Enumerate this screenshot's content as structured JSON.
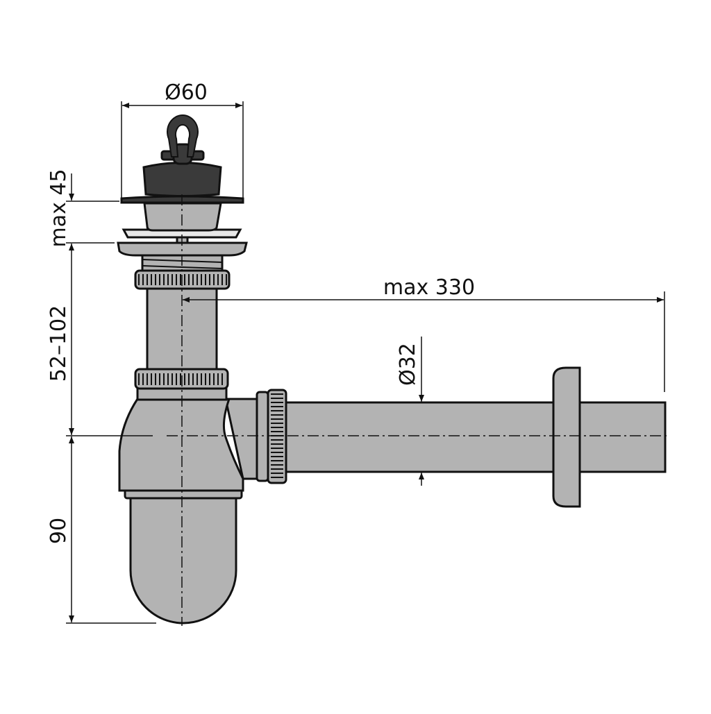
{
  "title": "Bottle siphon technical drawing",
  "dimensions": {
    "flange_diameter": "Ø60",
    "stopper_height": "max 45",
    "adjustable_height": "52–102",
    "trap_depth": "90",
    "outlet_length": "max 330",
    "outlet_diameter": "Ø32"
  },
  "colors": {
    "part_fill": "#b3b3b3",
    "stopper_fill": "#3a3a3a",
    "line": "#111111"
  }
}
